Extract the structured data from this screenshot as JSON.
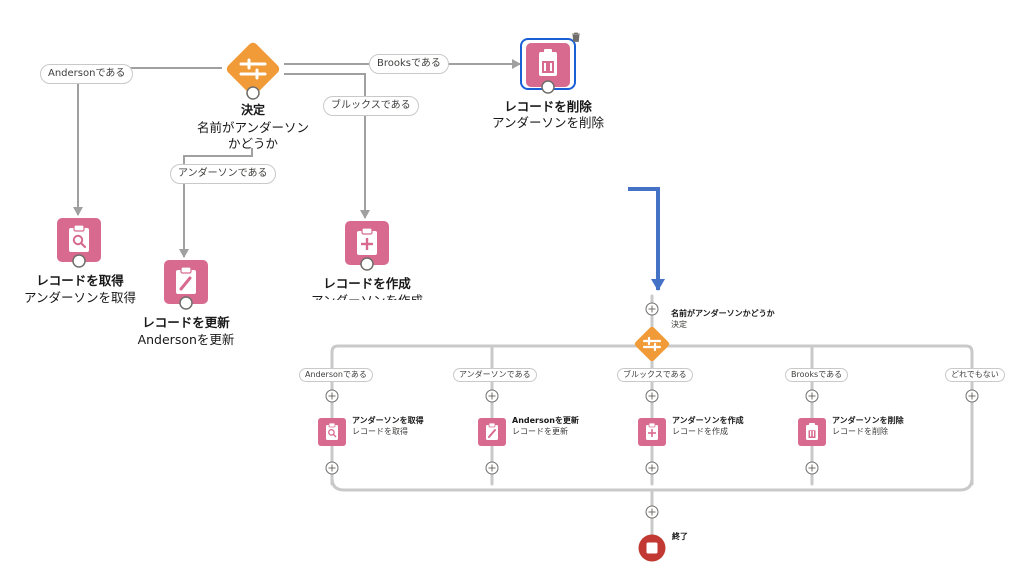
{
  "colors": {
    "decision": "#f19b38",
    "record": "#d86a90",
    "end": "#c23934",
    "connector": "#a0a0a0",
    "auto_layout_line": "#c9c9c9",
    "arrow": "#4472c4"
  },
  "top_diagram": {
    "decision": {
      "title": "決定",
      "subtitle_line1": "名前がアンダーソン",
      "subtitle_line2": "かどうか",
      "icon": "decision-icon"
    },
    "outcomes": {
      "anderson": "Andersonである",
      "brooks": "Brooksである",
      "brooks_kana": "ブルックスである",
      "anderson_kana": "アンダーソンである"
    },
    "delete_node": {
      "title": "レコードを削除",
      "subtitle": "アンダーソンを削除",
      "icon": "trash-icon"
    },
    "get_node": {
      "title": "レコードを取得",
      "subtitle": "アンダーソンを取得",
      "icon": "search-icon"
    },
    "update_node": {
      "title": "レコードを更新",
      "subtitle": "Andersonを更新",
      "icon": "edit-icon"
    },
    "create_node": {
      "title": "レコードを作成",
      "subtitle": "アンダーソンを作成",
      "icon": "add-icon"
    }
  },
  "bottom_diagram": {
    "decision": {
      "title": "名前がアンダーソンかどうか",
      "subtitle": "決定"
    },
    "branches": [
      {
        "label": "Andersonである",
        "node_title": "アンダーソンを取得",
        "node_sub": "レコードを取得",
        "icon": "search-icon"
      },
      {
        "label": "アンダーソンである",
        "node_title": "Andersonを更新",
        "node_sub": "レコードを更新",
        "icon": "edit-icon"
      },
      {
        "label": "ブルックスである",
        "node_title": "アンダーソンを作成",
        "node_sub": "レコードを作成",
        "icon": "add-icon"
      },
      {
        "label": "Brooksである",
        "node_title": "アンダーソンを削除",
        "node_sub": "レコードを削除",
        "icon": "trash-icon"
      },
      {
        "label": "どれでもない"
      }
    ],
    "end": {
      "label": "終了"
    }
  }
}
